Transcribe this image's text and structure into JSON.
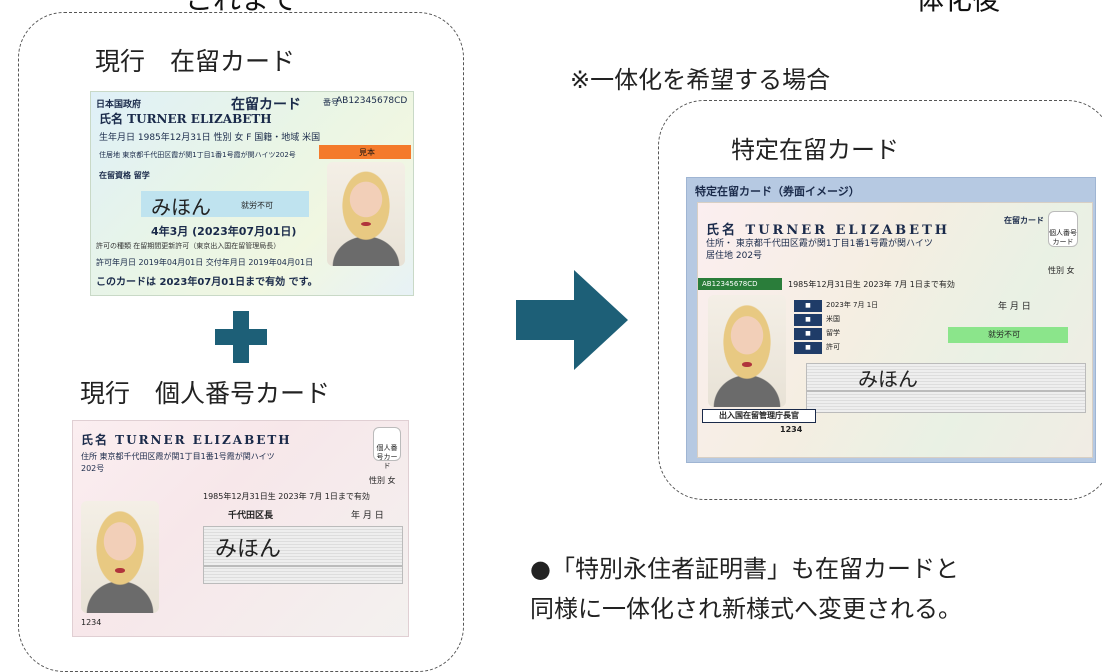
{
  "headings": {
    "top_left": "これまで",
    "top_right": "一体化後"
  },
  "left": {
    "residence_label": "現行　在留カード",
    "mynumber_label": "現行　個人番号カード"
  },
  "residence_card": {
    "government": "日本国政府",
    "title": "在留カード",
    "number_label": "番号",
    "number": "AB12345678CD",
    "name": "氏名 TURNER ELIZABETH",
    "dob": "生年月日 1985年12月31日 性別 女 F 国籍・地域 米国",
    "address": "住居地 東京都千代田区霞が関1丁目1番1号霞が関ハイツ202号",
    "status": "在留資格 留学",
    "ribbon": "見本",
    "mihon": "みほん",
    "work": "就労不可",
    "period": "4年3月 (2023年07月01日)",
    "permit": "許可の種類 在留期間更新許可（東京出入国在留管理局長）",
    "issue": "許可年月日 2019年04月01日 交付年月日 2019年04月01日",
    "valid": "このカードは 2023年07月01日まで有効 です。"
  },
  "mynumber_card": {
    "name": "氏名 TURNER ELIZABETH",
    "address_line1": "住所 東京都千代田区霞が関1丁目1番1号霞が関ハイツ",
    "address_line2": "202号",
    "sex": "性別 女",
    "dob": "1985年12月31日生 2023年 7月 1日まで有効",
    "mayor": "千代田区長",
    "ymd": "年 月 日",
    "mihon": "みほん",
    "serial": "1234",
    "badge": "個人番号カード"
  },
  "right": {
    "desire_note": "※一体化を希望する場合",
    "specified_label": "特定在留カード",
    "card_header": "特定在留カード（券面イメージ）"
  },
  "specified_card": {
    "name": "氏名 TURNER ELIZABETH",
    "address_line1": "住所・ 東京都千代田区霞が関1丁目1番1号霞が関ハイツ",
    "address_line2": "居住地 202号",
    "title": "在留カード",
    "badge": "個人番号カード",
    "sex": "性別 女",
    "id_strip": "AB12345678CD",
    "dob": "1985年12月31日生 2023年 7月 1日まで有効",
    "row1": "2023年 7月 1日",
    "row2": "米国",
    "row3": "留学",
    "row4": "許可",
    "ymd": "年 月 日",
    "work": "就労不可",
    "mihon": "みほん",
    "bureau": "出入国在留管理庁長官",
    "serial_num": "1234"
  },
  "note": {
    "line1": "●「特別永住者証明書」も在留カードと",
    "line2": "同様に一体化され新様式へ変更される。"
  },
  "colors": {
    "arrow": "#1d5f77",
    "plus": "#1d5f77",
    "ribbon": "#f47a2b",
    "work_box": "#8be58b"
  }
}
